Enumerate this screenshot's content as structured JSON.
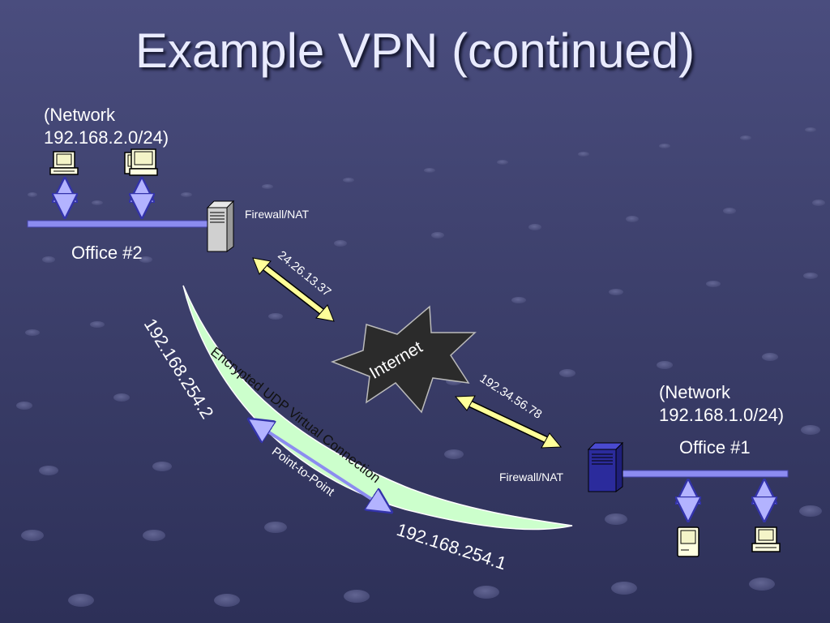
{
  "slide": {
    "title": "Example VPN (continued)"
  },
  "office2": {
    "network_line1": "(Network",
    "network_line2": "192.168.2.0/24)",
    "name": "Office #2",
    "firewall_label": "Firewall/NAT",
    "public_ip": "24.26.13.37"
  },
  "office1": {
    "network_line1": "(Network",
    "network_line2": "192.168.1.0/24)",
    "name": "Office #1",
    "firewall_label": "Firewall/NAT",
    "public_ip": "192.34.56.78"
  },
  "internet": {
    "label": "Internet"
  },
  "tunnel": {
    "label": "Encrypted UDP Virtual Connection",
    "ip_left": "192.168.254.2",
    "ip_right": "192.168.254.1",
    "p2p_label": "Point-to-Point"
  },
  "colors": {
    "background": "#43467a",
    "title": "#e9ebff",
    "lan_line": "#8c8cf0",
    "tunnel_fill": "#ccffcc",
    "public_arrow": "#ffff99",
    "server_office1": "#2b2b9c",
    "server_office2": "#cfcfcf",
    "internet_star": "#2b2b2b"
  },
  "icons": {
    "workstation": "computer-icon",
    "server": "server-icon",
    "arrows": "double-arrow-icon",
    "cloud": "internet-burst-icon"
  }
}
